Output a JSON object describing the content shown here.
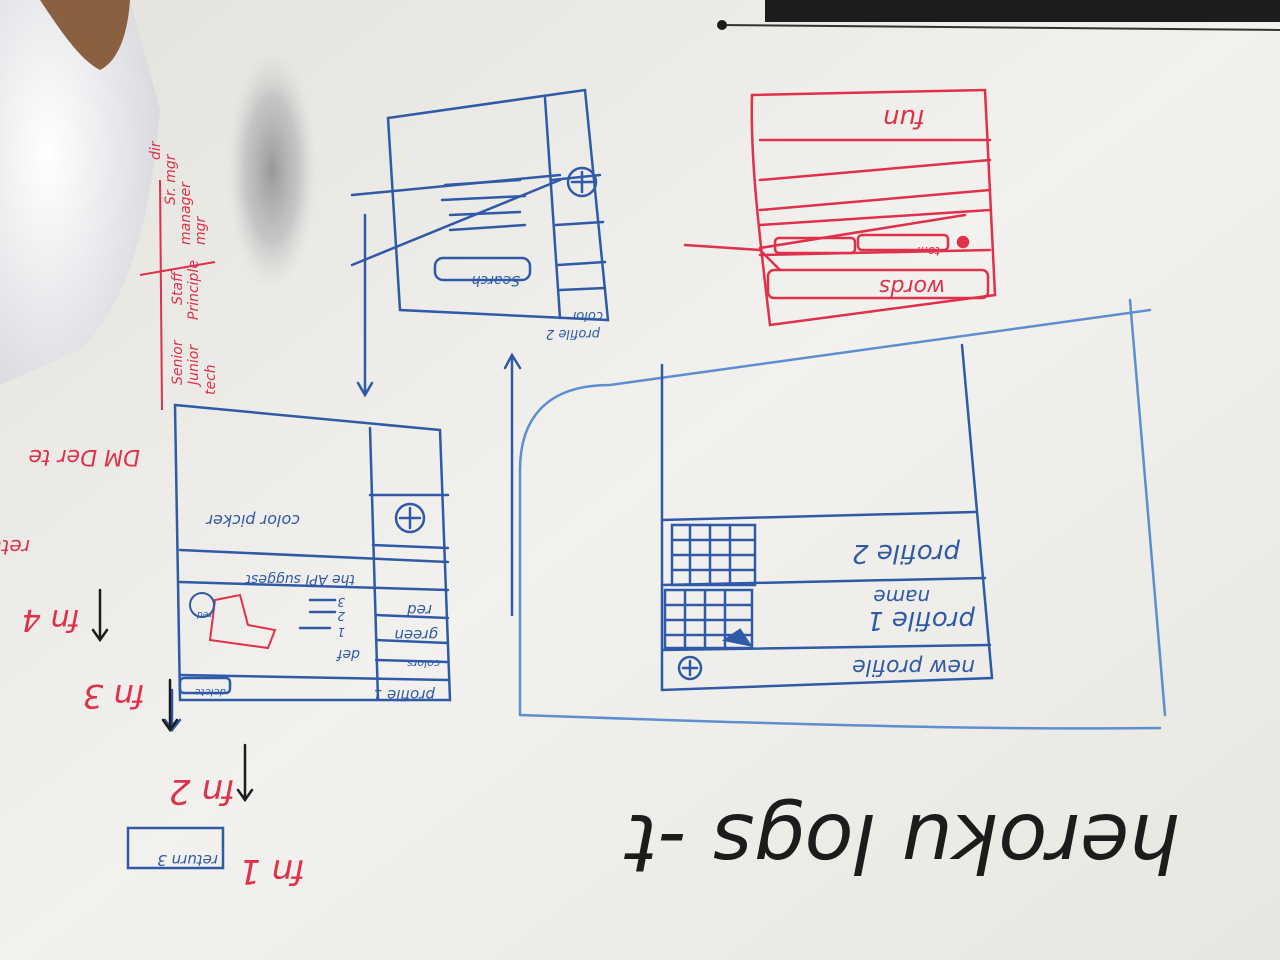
{
  "scene": {
    "colors": {
      "board": "#eceae6",
      "blue_marker": "#2f5aa8",
      "light_blue_marker": "#5b8fd0",
      "red_marker": "#e0304a",
      "black_marker": "#1c1c1c"
    }
  },
  "main_sketch": {
    "tab_1": "profile 1",
    "tab_1_name": "name",
    "tab_2": "profile 2",
    "new_profile": "new profile"
  },
  "color_picker_sketch": {
    "title": "profile 1",
    "colors_header": "colors",
    "delete_button": "delete",
    "items": [
      "def",
      "green",
      "red"
    ],
    "numbers": [
      "1",
      "2",
      "3"
    ],
    "selected_label": "red",
    "api_note": "the API suggest",
    "picker_label": "color picker"
  },
  "search_sketch": {
    "tab_1": "profile 2",
    "color_label": "color",
    "search_button": "Search"
  },
  "red_sketch": {
    "title": "fun",
    "words_button": "words",
    "field_label": "to..."
  },
  "function_chain": {
    "fn1": "fn 1",
    "return_box": "return 3",
    "fn2": "fn 2",
    "fn3": "fn 3",
    "fn4": "fn 4",
    "return_text": "retur",
    "dm_text": "DM Der te"
  },
  "red_list": {
    "items": [
      "tech",
      "Junior",
      "Senior",
      "Principle",
      "Staff",
      "mgr",
      "manager",
      "Sr. mgr",
      "dir"
    ]
  },
  "footer_text": "heroku logs -t"
}
